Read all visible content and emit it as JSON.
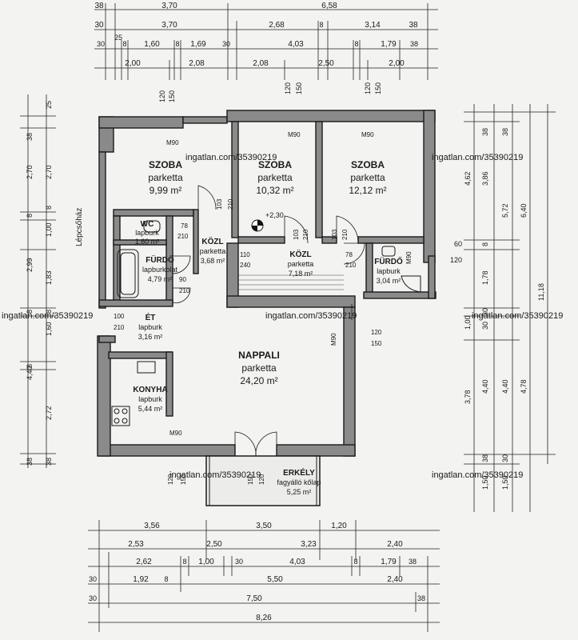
{
  "watermarks": [
    "ingatlan.com/35390219",
    "ingatlan.com/35390219",
    "ingatlan.com/35390219",
    "ingatlan.com/35390219",
    "ingatlan.com/35390219",
    "ingatlan.com/35390219",
    "ingatlan.com/35390219"
  ],
  "rooms": [
    {
      "name": "SZOBA",
      "floor": "parketta",
      "area": "9,99 m²"
    },
    {
      "name": "SZOBA",
      "floor": "parketta",
      "area": "10,32 m²"
    },
    {
      "name": "SZOBA",
      "floor": "parketta",
      "area": "12,12 m²"
    },
    {
      "name": "WC",
      "floor": "lapburk",
      "area": "1,60 m²"
    },
    {
      "name": "KÖZL",
      "floor": "parketta",
      "area": "3,68 m²"
    },
    {
      "name": "FÜRDŐ",
      "floor": "lapburkolat",
      "area": "4,79 m²"
    },
    {
      "name": "KÖZL",
      "floor": "parketta",
      "area": "7,18 m²"
    },
    {
      "name": "FÜRDŐ",
      "floor": "lapburk",
      "area": "3,04 m²"
    },
    {
      "name": "ÉT",
      "floor": "lapburk",
      "area": "3,16 m²"
    },
    {
      "name": "NAPPALI",
      "floor": "parketta",
      "area": "24,20 m²"
    },
    {
      "name": "KONYHA",
      "floor": "lapburk",
      "area": "5,44 m²"
    },
    {
      "name": "ERKÉLY",
      "floor": "fagyálló kőlap",
      "area": "5,25 m²"
    }
  ],
  "stair_label": "Lépcsőház",
  "level_mark": "+2,30",
  "dim_top": {
    "r1": [
      "38",
      "3,70",
      "6,58"
    ],
    "r2": [
      "30",
      "3,70",
      "2,68",
      "8",
      "3,14",
      "38"
    ],
    "r3": [
      "25",
      "30",
      "8",
      "1,60",
      "8",
      "1,69",
      "30",
      "4,03",
      "8",
      "1,79",
      "38"
    ],
    "r4": [
      "2,00",
      "2,08",
      "2,08",
      "2,50",
      "2,00"
    ]
  },
  "dim_bottom": {
    "r1": [
      "3,56",
      "3,50",
      "1,20"
    ],
    "r2": [
      "2,53",
      "2,50",
      "3,23",
      "2,40"
    ],
    "r3": [
      "2,62",
      "8",
      "1,00",
      "30",
      "4,03",
      "8",
      "1,79",
      "38"
    ],
    "r4": [
      "30",
      "1,92",
      "8",
      "5,50",
      "2,40"
    ],
    "r5": [
      "30",
      "7,50",
      "38"
    ],
    "r6": [
      "8,26"
    ]
  },
  "dim_left": [
    "25",
    "38",
    "2,70",
    "2,70",
    "8",
    "1,00",
    "8",
    "2,99",
    "1,83",
    "8",
    "8",
    "1,60",
    "8",
    "4,40",
    "2,72",
    "38",
    "38"
  ],
  "dim_right": [
    "38",
    "38",
    "4,62",
    "3,86",
    "5,72",
    "6,40",
    "11,18",
    "8",
    "1,78",
    "60",
    "120",
    "30",
    "1,00",
    "30",
    "3,78",
    "4,40",
    "4,40",
    "4,78",
    "38",
    "30",
    "1,50",
    "1,50"
  ],
  "openings": [
    "M90",
    "M90",
    "M90",
    "120",
    "150",
    "120",
    "150",
    "120",
    "150",
    "103",
    "210",
    "103",
    "210",
    "103",
    "210",
    "78",
    "210",
    "110",
    "240",
    "78",
    "210",
    "M90",
    "100",
    "210",
    "90",
    "210",
    "M90",
    "120",
    "150",
    "M90",
    "120",
    "150",
    "150",
    "120"
  ]
}
